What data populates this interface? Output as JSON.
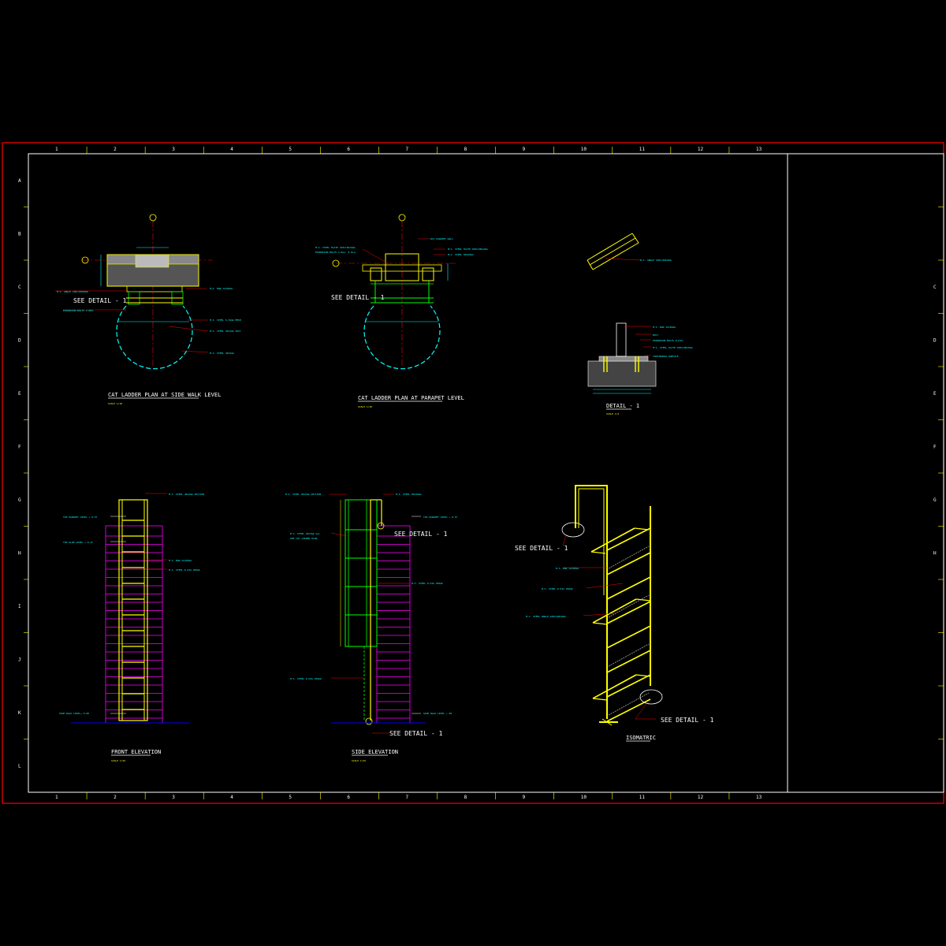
{
  "grid": {
    "columns": [
      "1",
      "2",
      "3",
      "4",
      "5",
      "6",
      "7",
      "8",
      "9",
      "10",
      "11",
      "12",
      "13"
    ],
    "rows": [
      "A",
      "B",
      "C",
      "D",
      "E",
      "F",
      "G",
      "H",
      "I",
      "J",
      "K",
      "L"
    ]
  },
  "views": {
    "plan_walk": {
      "title": "CAT LADDER PLAN AT SIDE WALK LEVEL",
      "see_detail": "SEE DETAIL - 1",
      "scale": "SCALE 1/10"
    },
    "plan_parapet": {
      "title": "CAT LADDER PLAN AT PARAPET LEVEL",
      "see_detail": "SEE DETAIL - 1",
      "scale": "SCALE 1/10"
    },
    "detail": {
      "title": "DETAIL - 1",
      "scale": "SCALE 1/5"
    },
    "front": {
      "title": "FRONT ELEVATION",
      "scale": "SCALE 1/25",
      "top_parapet": "TOP PARAPET LEVEL + 0.57",
      "top_slab": "TOP SLAB LEVEL + 0.17",
      "side_walk": "SIDE WALK LEVEL+ 0.00"
    },
    "side": {
      "title": "SIDE ELEVATION",
      "scale": "SCALE 1/25",
      "top_parapet": "TOP PARAPET LEVEL + 0.57",
      "see_detail_upper": "SEE DETAIL - 1",
      "see_detail_lower": "SEE DETAIL - 1",
      "side_walk": "SIDE WALK LEVEL + 00"
    },
    "iso": {
      "title": "ISOMATRIC",
      "see_detail_upper": "SEE DETAIL - 1",
      "see_detail_lower": "SEE DETAIL - 1"
    }
  },
  "colors": {
    "border": "#ff0000",
    "frame": "#ffffff",
    "ladder": "#ffff00",
    "annotation": "#00ffff",
    "wall": "#ff00ff",
    "cage": "#00ff00"
  }
}
